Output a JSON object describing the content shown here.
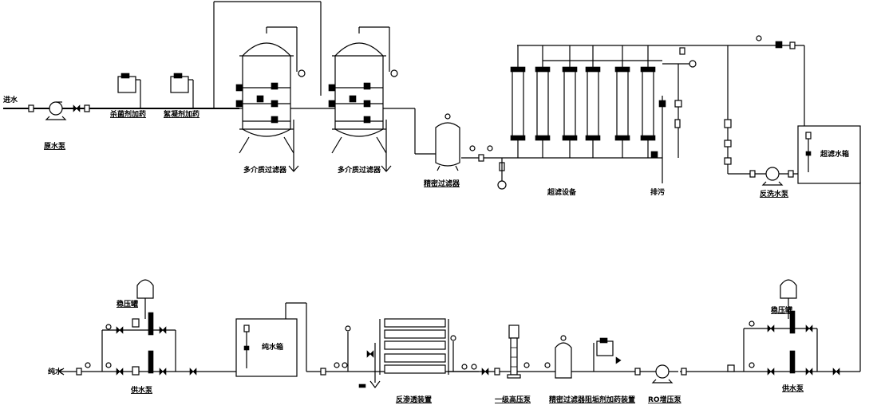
{
  "labels": {
    "inlet": "进水",
    "raw_pump": "原水泵",
    "sterilant_dosing": "杀菌剂加药",
    "flocculant_dosing": "絮凝剂加药",
    "mmf_1": "多介质过滤器",
    "mmf_2": "多介质过滤器",
    "precision_filter_1": "精密过滤器",
    "uf_equipment": "超滤设备",
    "drain": "排污",
    "uf_tank": "超滤水箱",
    "backwash_pump": "反洗水泵",
    "pressure_tank_left": "稳压罐",
    "pure_water_outlet": "纯水",
    "supply_pump_left": "供水泵",
    "pure_water_tank": "纯水箱",
    "ro_unit": "反渗透装置",
    "hp_pump": "一级高压泵",
    "precision_filter_2": "精密过滤器",
    "antiscalant_dosing": "阻垢剂加药装置",
    "ro_booster_pump": "RO增压泵",
    "pressure_tank_right": "稳压罐",
    "supply_pump_right": "供水泵"
  },
  "colors": {
    "line": "#000000",
    "background": "#ffffff"
  }
}
